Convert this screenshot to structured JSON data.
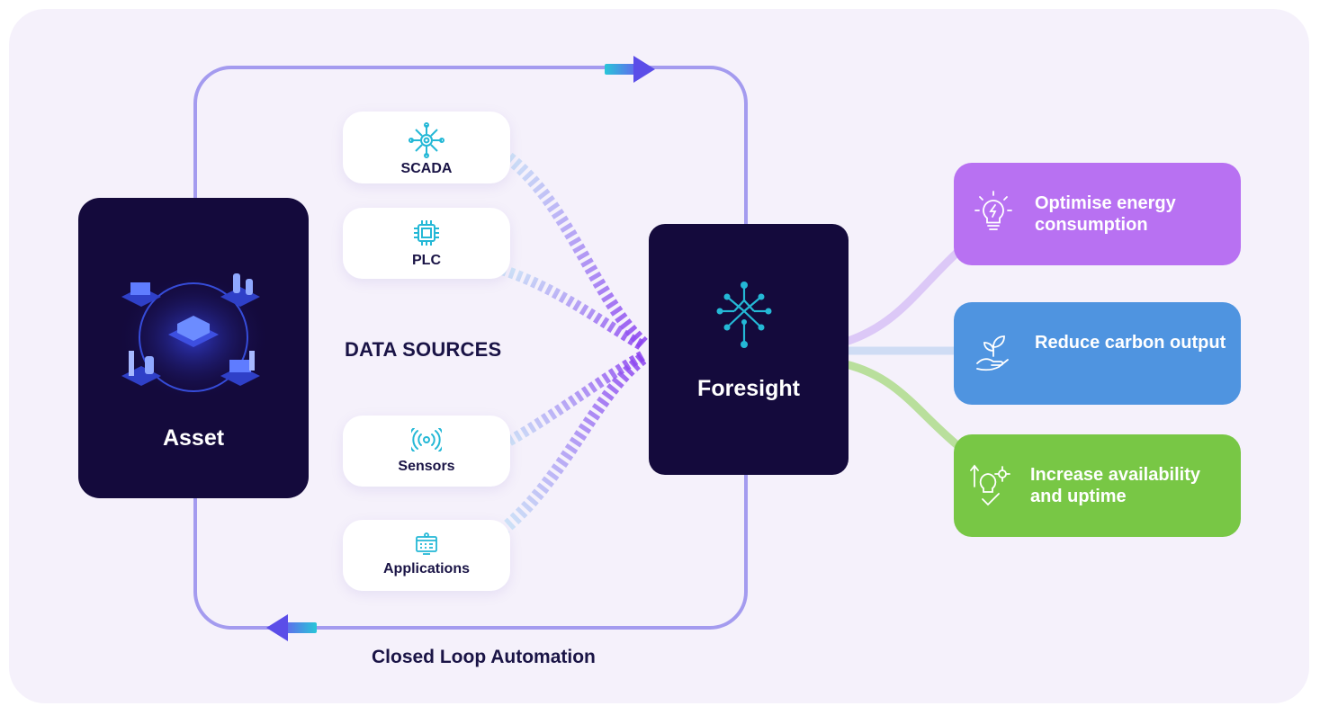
{
  "asset": {
    "label": "Asset",
    "icon": "industrial-plant-icon"
  },
  "data_sources": {
    "title": "DATA SOURCES",
    "items": [
      {
        "label": "SCADA",
        "icon": "network-gear-icon"
      },
      {
        "label": "PLC",
        "icon": "chip-icon"
      },
      {
        "label": "Sensors",
        "icon": "wireless-sensor-icon"
      },
      {
        "label": "Applications",
        "icon": "app-window-icon"
      }
    ]
  },
  "foresight": {
    "label": "Foresight",
    "icon": "neural-network-icon"
  },
  "outcomes": [
    {
      "label": "Optimise energy consumption",
      "icon": "lightbulb-energy-icon",
      "color": "#b871f2"
    },
    {
      "label": "Reduce carbon output",
      "icon": "plant-hand-icon",
      "color": "#4f94e0"
    },
    {
      "label": "Increase availability and uptime",
      "icon": "uptime-gear-icon",
      "color": "#78c745"
    }
  ],
  "loop": {
    "label": "Closed Loop Automation"
  },
  "colors": {
    "navy": "#140a3c",
    "accent": "#24b8d6",
    "loop": "#a49bef",
    "background": "#f5f1fb"
  }
}
